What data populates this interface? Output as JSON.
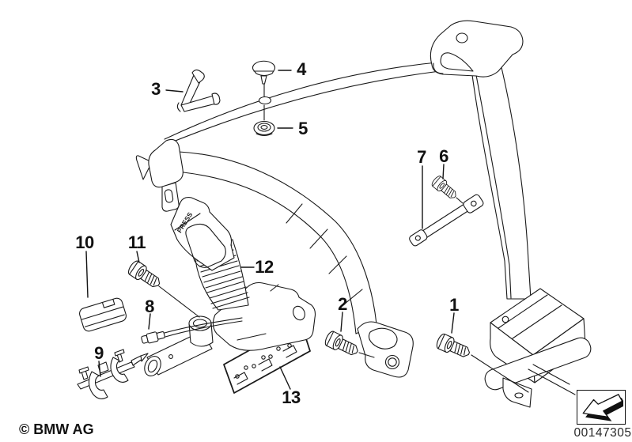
{
  "buckle": {
    "press_label": "PRESS"
  },
  "callouts": [
    {
      "label": "1"
    },
    {
      "label": "2"
    },
    {
      "label": "3"
    },
    {
      "label": "4"
    },
    {
      "label": "5"
    },
    {
      "label": "6"
    },
    {
      "label": "7"
    },
    {
      "label": "8"
    },
    {
      "label": "9"
    },
    {
      "label": "10"
    },
    {
      "label": "11"
    },
    {
      "label": "12"
    },
    {
      "label": "13"
    }
  ],
  "footer": {
    "copyright": "© BMW AG",
    "image_number": "00147305"
  },
  "icons": {
    "direction_arrow": "down-left-arrow"
  },
  "colors": {
    "ink": "#1a1a1a",
    "background": "#ffffff"
  }
}
